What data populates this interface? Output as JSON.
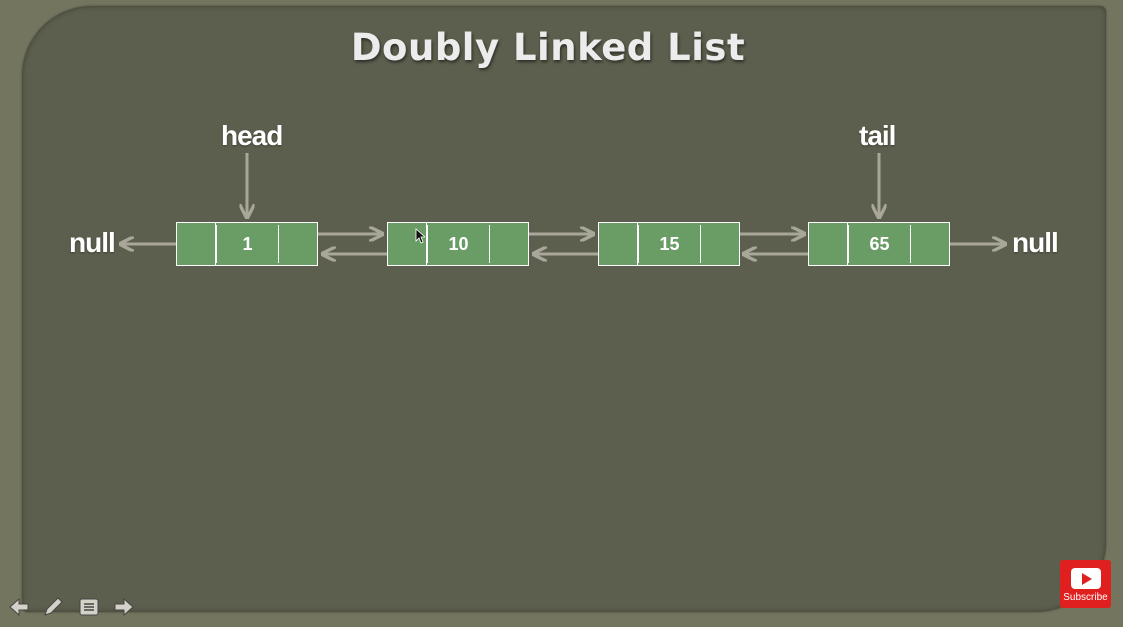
{
  "title": "Doubly Linked List",
  "head_label": "head",
  "tail_label": "tail",
  "null_left": "null",
  "null_right": "null",
  "nodes": [
    {
      "value": "1"
    },
    {
      "value": "10"
    },
    {
      "value": "15"
    },
    {
      "value": "65"
    }
  ],
  "subscribe_label": "Subscribe",
  "colors": {
    "background": "#5d5f4e",
    "node_fill": "#6a9d66",
    "arrow": "#a9a79a",
    "subscribe": "#e0201f"
  },
  "controls": [
    "previous-icon",
    "pen-icon",
    "menu-icon",
    "next-icon"
  ]
}
